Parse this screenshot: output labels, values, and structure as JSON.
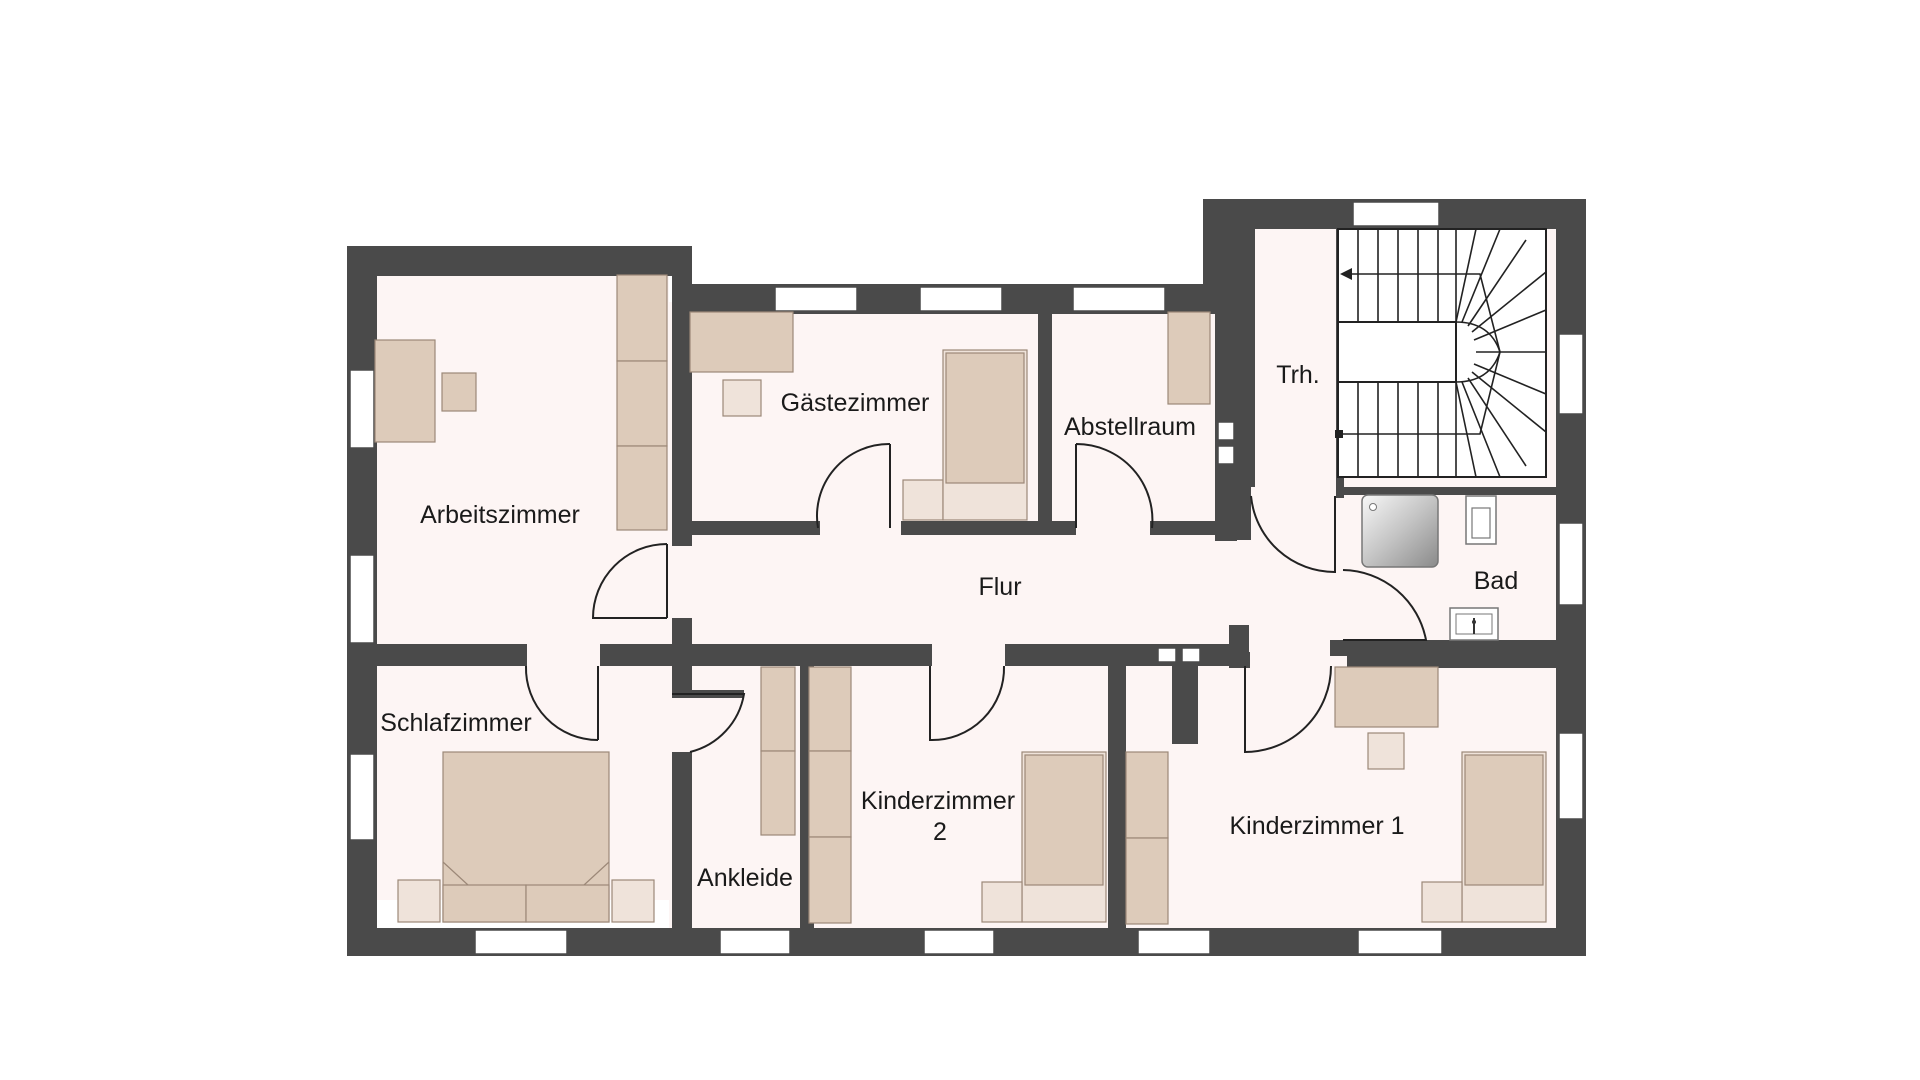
{
  "rooms": {
    "arbeitszimmer": "Arbeitszimmer",
    "gaestezimmer": "Gästezimmer",
    "abstellraum": "Abstellraum",
    "treppenhaus": "Trh.",
    "bad": "Bad",
    "flur": "Flur",
    "schlafzimmer": "Schlafzimmer",
    "ankleide": "Ankleide",
    "kinderzimmer2_line1": "Kinderzimmer",
    "kinderzimmer2_line2": "2",
    "kinderzimmer1": "Kinderzimmer 1"
  },
  "colors": {
    "wall": "#4a4a4a",
    "floor": "#fdf5f4",
    "furniture": "#ddcbba",
    "furniture_light": "#efe3da",
    "window": "#ffffff"
  }
}
